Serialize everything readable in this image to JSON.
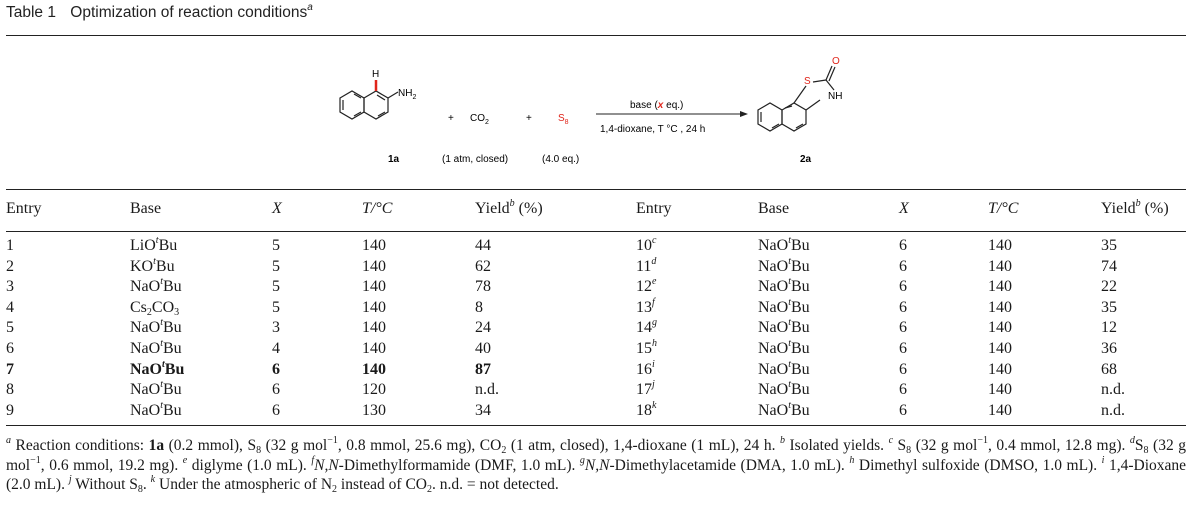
{
  "caption": {
    "label": "Table 1",
    "title": "Optimization of reaction conditions",
    "title_note": "a"
  },
  "scheme": {
    "reactant_label": "1a",
    "h_label": "H",
    "nh2_label": "NH",
    "nh2_sub": "2",
    "plus": "+",
    "co2_label": "CO",
    "co2_sub": "2",
    "co2_condition": "(1 atm, closed)",
    "s8_label": "S",
    "s8_sub": "8",
    "s8_condition": "(4.0 eq.)",
    "arrow_top_prefix": "base (",
    "arrow_top_var": "x",
    "arrow_top_suffix": " eq.)",
    "arrow_bottom": "1,4-dioxane, T °C , 24 h",
    "product_label": "2a",
    "product_s": "S",
    "product_o": "O",
    "product_nh": "NH",
    "colors": {
      "red": "#e0251b",
      "bond": "#222222"
    }
  },
  "headers": {
    "entry": "Entry",
    "base": "Base",
    "x": "X",
    "t": "T/°C",
    "yield_a": "Yield",
    "yield_sup": "b",
    "yield_b": " (%)"
  },
  "rows_left": [
    {
      "entry": "1",
      "base_pre": "LiO",
      "base_sup": "t",
      "base_post": "Bu",
      "x": "5",
      "t": "140",
      "yield": "44"
    },
    {
      "entry": "2",
      "base_pre": "KO",
      "base_sup": "t",
      "base_post": "Bu",
      "x": "5",
      "t": "140",
      "yield": "62"
    },
    {
      "entry": "3",
      "base_pre": "NaO",
      "base_sup": "t",
      "base_post": "Bu",
      "x": "5",
      "t": "140",
      "yield": "78"
    },
    {
      "entry": "4",
      "base_pre": "Cs",
      "base_sub": "2",
      "base_mid": "CO",
      "base_sub2": "3",
      "x": "5",
      "t": "140",
      "yield": "8"
    },
    {
      "entry": "5",
      "base_pre": "NaO",
      "base_sup": "t",
      "base_post": "Bu",
      "x": "3",
      "t": "140",
      "yield": "24"
    },
    {
      "entry": "6",
      "base_pre": "NaO",
      "base_sup": "t",
      "base_post": "Bu",
      "x": "4",
      "t": "140",
      "yield": "40"
    },
    {
      "entry": "7",
      "base_pre": "NaO",
      "base_sup": "t",
      "base_post": "Bu",
      "x": "6",
      "t": "140",
      "yield": "87",
      "bold": true
    },
    {
      "entry": "8",
      "base_pre": "NaO",
      "base_sup": "t",
      "base_post": "Bu",
      "x": "6",
      "t": "120",
      "yield": "n.d."
    },
    {
      "entry": "9",
      "base_pre": "NaO",
      "base_sup": "t",
      "base_post": "Bu",
      "x": "6",
      "t": "130",
      "yield": "34"
    }
  ],
  "rows_right": [
    {
      "entry": "10",
      "note": "c",
      "base_pre": "NaO",
      "base_sup": "t",
      "base_post": "Bu",
      "x": "6",
      "t": "140",
      "yield": "35"
    },
    {
      "entry": "11",
      "note": "d",
      "base_pre": "NaO",
      "base_sup": "t",
      "base_post": "Bu",
      "x": "6",
      "t": "140",
      "yield": "74"
    },
    {
      "entry": "12",
      "note": "e",
      "base_pre": "NaO",
      "base_sup": "t",
      "base_post": "Bu",
      "x": "6",
      "t": "140",
      "yield": "22"
    },
    {
      "entry": "13",
      "note": "f",
      "base_pre": "NaO",
      "base_sup": "t",
      "base_post": "Bu",
      "x": "6",
      "t": "140",
      "yield": "35"
    },
    {
      "entry": "14",
      "note": "g",
      "base_pre": "NaO",
      "base_sup": "t",
      "base_post": "Bu",
      "x": "6",
      "t": "140",
      "yield": "12"
    },
    {
      "entry": "15",
      "note": "h",
      "base_pre": "NaO",
      "base_sup": "t",
      "base_post": "Bu",
      "x": "6",
      "t": "140",
      "yield": "36"
    },
    {
      "entry": "16",
      "note": "i",
      "base_pre": "NaO",
      "base_sup": "t",
      "base_post": "Bu",
      "x": "6",
      "t": "140",
      "yield": "68"
    },
    {
      "entry": "17",
      "note": "j",
      "base_pre": "NaO",
      "base_sup": "t",
      "base_post": "Bu",
      "x": "6",
      "t": "140",
      "yield": "n.d."
    },
    {
      "entry": "18",
      "note": "k",
      "base_pre": "NaO",
      "base_sup": "t",
      "base_post": "Bu",
      "x": "6",
      "t": "140",
      "yield": "n.d."
    }
  ],
  "footnotes": {
    "a_mark": "a",
    "a_text_1": " Reaction conditions: ",
    "a_1a": "1a",
    "a_text_2": " (0.2 mmol), S",
    "a_s8_sub": "8",
    "a_text_3": " (32 g mol",
    "a_exp1": "−1",
    "a_text_4": ", 0.8 mmol, 25.6 mg), CO",
    "a_co2_sub": "2",
    "a_text_5": " (1 atm, closed), 1,4-dioxane (1 mL), 24 h. ",
    "b_mark": "b",
    "b_text": " Isolated yields. ",
    "c_mark": "c",
    "c_text_1": " S",
    "c_sub": "8",
    "c_text_2": " (32 g mol",
    "c_exp": "−1",
    "c_text_3": ", 0.4 mmol, 12.8 mg). ",
    "d_mark": "d",
    "d_text_1": "S",
    "d_sub": "8",
    "d_text_2": " (32 g mol",
    "d_exp": "−1",
    "d_text_3": ", 0.6 mmol, 19.2 mg). ",
    "e_mark": "e",
    "e_text": " diglyme (1.0 mL). ",
    "f_mark": "f",
    "f_it": "N,N",
    "f_text": "-Dimethylformamide (DMF, 1.0 mL). ",
    "g_mark": "g",
    "g_it": "N,N",
    "g_text": "-Dimethylacetamide (DMA, 1.0 mL). ",
    "h_mark": "h",
    "h_text": " Dimethyl sulfoxide (DMSO, 1.0 mL). ",
    "i_mark": "i",
    "i_text": " 1,4-Dioxane (2.0 mL). ",
    "j_mark": "j",
    "j_text_1": " Without S",
    "j_sub": "8",
    "j_text_2": ". ",
    "k_mark": "k",
    "k_text_1": " Under the atmospheric of N",
    "k_sub": "2",
    "k_text_2": " instead of CO",
    "k_co2_sub": "2",
    "k_text_3": ". n.d. = not detected."
  }
}
